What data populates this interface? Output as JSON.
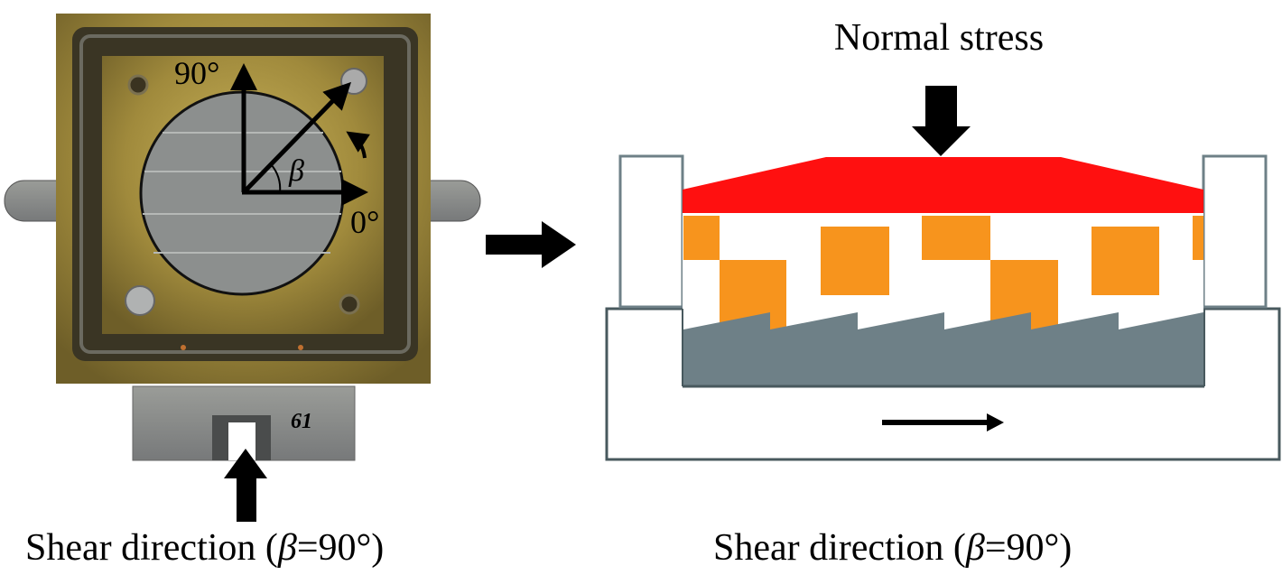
{
  "photo": {
    "label_90": "90°",
    "label_0": "0°",
    "label_beta": "β",
    "sample_marking": "61"
  },
  "schematic": {
    "normal_stress_label": "Normal stress"
  },
  "captions": {
    "left": {
      "prefix": "Shear direction (",
      "beta": "β",
      "suffix": "=90°)"
    },
    "right": {
      "prefix": "Shear direction (",
      "beta": "β",
      "suffix": "=90°)"
    }
  },
  "colors": {
    "red": "#ff1010",
    "orange": "#f7941d",
    "gray": "#6e8087",
    "frame": "#48595e",
    "brass": "#a08a3c"
  }
}
